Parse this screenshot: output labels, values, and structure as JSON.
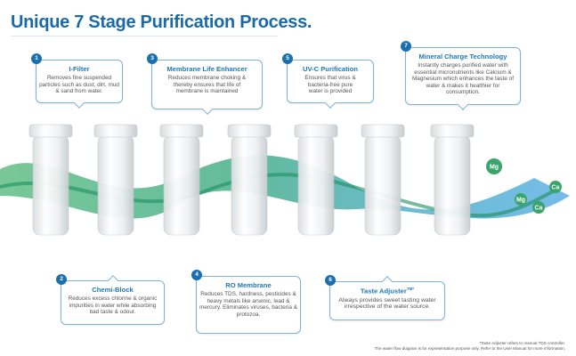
{
  "title": "Unique 7 Stage Purification Process.",
  "stages": [
    {
      "num": "1",
      "title": "I-Filter",
      "desc": "Removes fine suspended particles such as dust, dirt, mud & sand from water."
    },
    {
      "num": "2",
      "title": "Chemi-Block",
      "desc": "Reduces excess chlorine & organic impurities in water while absorbing bad taste & odour."
    },
    {
      "num": "3",
      "title": "Membrane Life Enhancer",
      "desc": "Reduces membrane choking & thereby ensures that life of membrane is maintained"
    },
    {
      "num": "4",
      "title": "RO Membrane",
      "desc": "Reduces TDS, hardness, pesticides & heavy metals like arsenic, lead & mercury. Eliminates viruses, bacteria & protozoa."
    },
    {
      "num": "5",
      "title": "UV-C Purification",
      "desc": "Ensures that virus & bacteria-free pure water is provided"
    },
    {
      "num": "6",
      "title": "Taste Adjuster",
      "title_sup": "TM*",
      "desc": "Always provides sweet tasting water irrespective of the water source."
    },
    {
      "num": "7",
      "title": "Mineral Charge Technology",
      "desc": "Instantly charges purified water with essential micronutrients like Calcium & Magnesium which enhances the taste of water & makes it healthier for consumption."
    }
  ],
  "minerals": [
    "Mg",
    "Ca",
    "Mg",
    "Ca"
  ],
  "footnote": {
    "line1": "*Taste Adjuster refers to manual TDS controller.",
    "line2": "The water flow diagram is for representation purpose only. Refer to the User Manual for more information."
  },
  "colors": {
    "accent": "#1a6fb0",
    "water_green": "#2aa36b",
    "water_blue": "#2b8fd6"
  }
}
